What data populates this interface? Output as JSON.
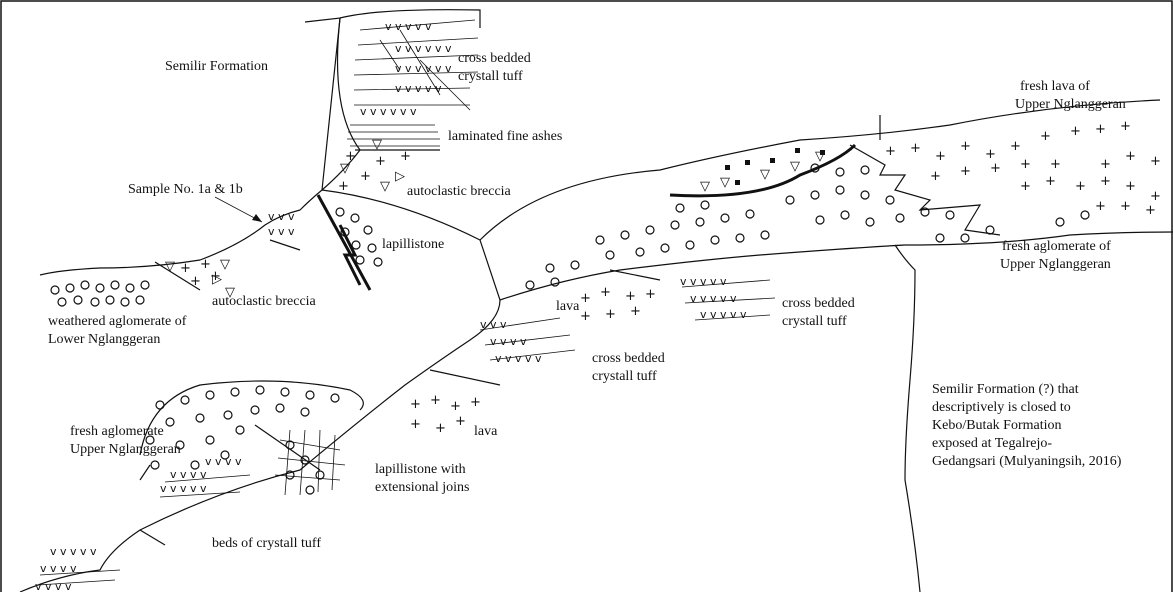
{
  "labels": {
    "semilir_top": "Semilir Formation",
    "cbct_top_1": "cross bedded",
    "cbct_top_2": "crystall tuff",
    "laminated": "laminated fine ashes",
    "sample": "Sample No. 1a & 1b",
    "autoclastic_upper": "autoclastic breccia",
    "lapillistone": "lapillistone",
    "autoclastic_lower": "autoclastic breccia",
    "weathered_1": "weathered aglomerate of",
    "weathered_2": "Lower Nglanggeran",
    "fresh_lava_1": "fresh lava of",
    "fresh_lava_2": "Upper Nglanggeran",
    "fresh_aglo_right_1": "fresh aglomerate of",
    "fresh_aglo_right_2": "Upper Nglanggeran",
    "lava_mid": "lava",
    "cbct_right_1": "cross bedded",
    "cbct_right_2": "crystall tuff",
    "cbct_mid_1": "cross bedded",
    "cbct_mid_2": "crystall tuff",
    "lava_low": "lava",
    "fresh_aglo_left_1": "fresh aglomerate",
    "fresh_aglo_left_2": "Upper Nglanggeran",
    "lapilli_joins_1": "lapillistone with",
    "lapilli_joins_2": "extensional joins",
    "beds_tuff": "beds of crystall tuff",
    "semilir_q_1": "Semilir Formation (?) that",
    "semilir_q_2": "descriptively is closed to",
    "semilir_q_3": "Kebo/Butak Formation",
    "semilir_q_4": "exposed at Tegalrejo-",
    "semilir_q_5": "Gedangsari (Mulyaningsih, 2016)"
  }
}
